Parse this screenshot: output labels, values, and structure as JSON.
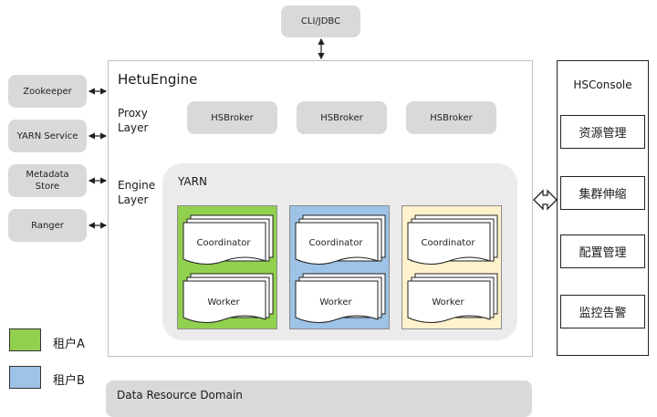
{
  "top": {
    "cli": "CLI/JDBC"
  },
  "left_services": [
    "Zookeeper",
    "YARN Service",
    "Metadata\nStore",
    "Ranger"
  ],
  "engine": {
    "title": "HetuEngine",
    "proxy_label": "Proxy\nLayer",
    "engine_label": "Engine\nLayer",
    "brokers": [
      "HSBroker",
      "HSBroker",
      "HSBroker"
    ],
    "yarn_label": "YARN",
    "coordinator_label": "Coordinator",
    "worker_label": "Worker"
  },
  "tenants": [
    {
      "color": "#92d050"
    },
    {
      "color": "#9dc3e6"
    },
    {
      "color": "#fff2cc"
    }
  ],
  "console": {
    "title": "HSConsole",
    "items": [
      "资源管理",
      "集群伸缩",
      "配置管理",
      "监控告警"
    ]
  },
  "legend": [
    {
      "label": "租户A",
      "color": "#92d050"
    },
    {
      "label": "租户B",
      "color": "#9dc3e6"
    }
  ],
  "bottom": {
    "label": "Data Resource Domain"
  }
}
